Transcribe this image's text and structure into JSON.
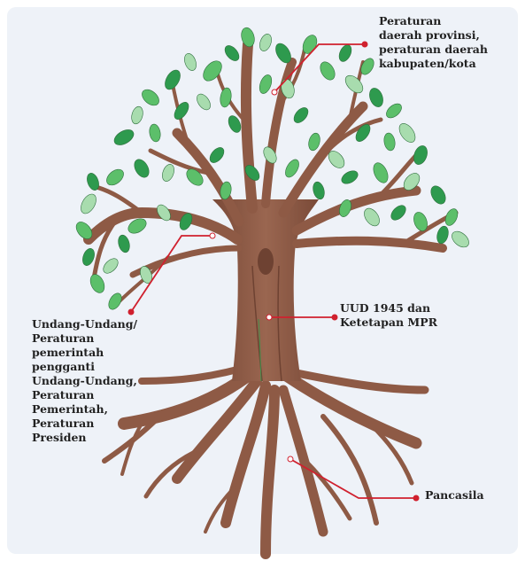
{
  "labels": {
    "regional": "Peraturan\ndaerah provinsi,\nperaturan daerah\nkabupaten/kota",
    "laws": "Undang-Undang/\nPeraturan\npemerintah\npengganti\nUndang-Undang,\nPeraturan\nPemerintah,\nPeraturan\nPresiden",
    "constitution": "UUD 1945 dan\nKetetapan MPR",
    "foundation": "Pancasila"
  },
  "colors": {
    "callout_line": "#d0202e",
    "trunk": "#8e5a45",
    "trunk_dark": "#6e4232",
    "leaf_dark": "#2e9a4e",
    "leaf_mid": "#5cbf6a",
    "leaf_light": "#a8dcae",
    "background": "#eef2f8"
  }
}
